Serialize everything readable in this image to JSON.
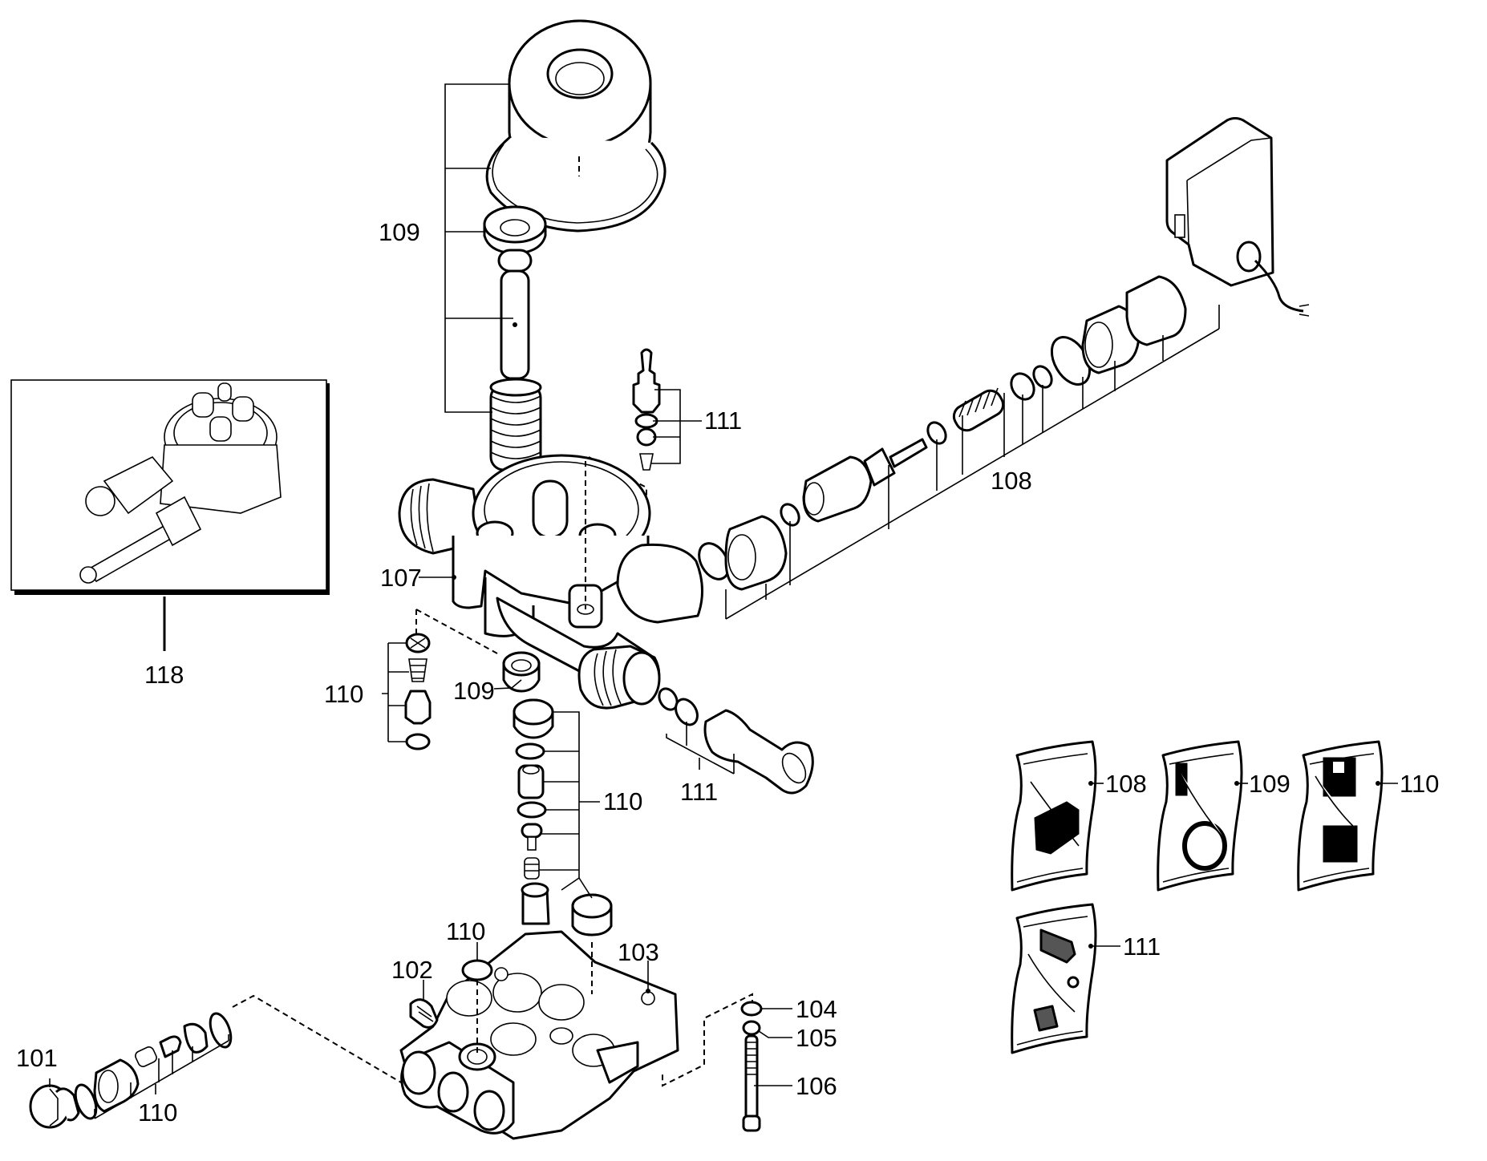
{
  "diagram": {
    "type": "exploded-parts-diagram",
    "subject": "pressure washer pump head assembly",
    "callouts": {
      "c101": "101",
      "c102": "102",
      "c103": "103",
      "c104": "104",
      "c105": "105",
      "c106": "106",
      "c107": "107",
      "c108_upper": "108",
      "c109_top": "109",
      "c109_mid": "109",
      "c110_left": "110",
      "c110_mid": "110",
      "c110_manifold": "110",
      "c110_bottom": "110",
      "c111_top": "111",
      "c111_mid": "111",
      "c118": "118"
    },
    "kits": [
      {
        "label": "108",
        "icon": "unloader-valve-kit-icon"
      },
      {
        "label": "109",
        "icon": "seal-kit-icon"
      },
      {
        "label": "110",
        "icon": "check-valve-kit-icon"
      },
      {
        "label": "111",
        "icon": "injector-kit-icon"
      }
    ]
  }
}
